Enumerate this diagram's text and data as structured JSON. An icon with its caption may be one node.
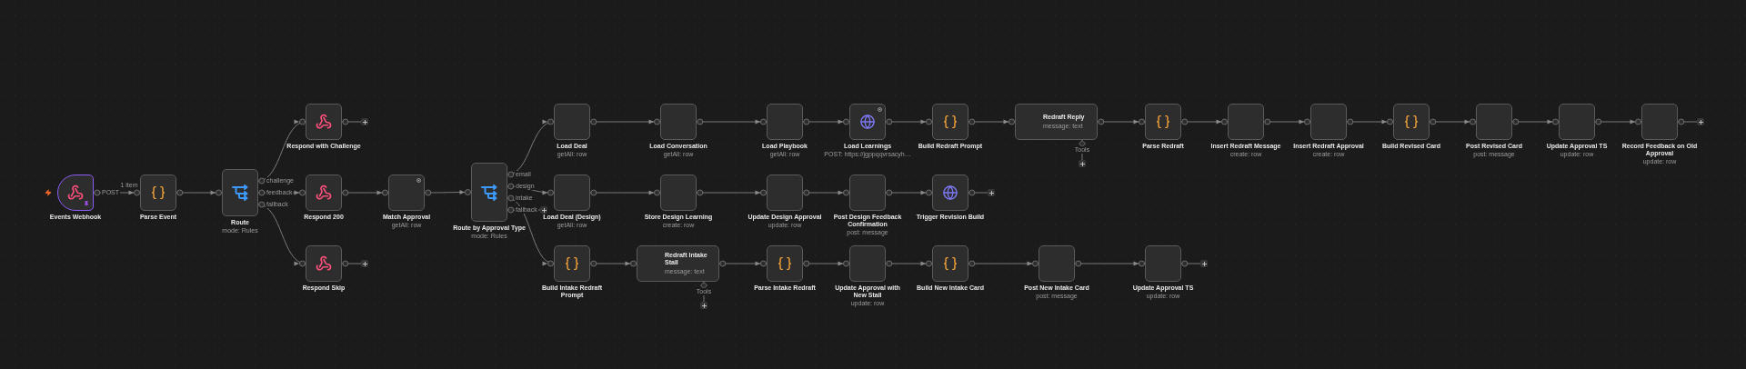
{
  "diagram": {
    "nodes": [
      {
        "text": [
          "Events Webhook"
        ]
      },
      {
        "text": [
          "Parse Event"
        ]
      },
      {
        "text": [
          "Route",
          "mode: Rules"
        ]
      },
      {
        "text": [
          "Respond with Challenge"
        ]
      },
      {
        "text": [
          "Respond 200"
        ]
      },
      {
        "text": [
          "Respond Skip"
        ]
      },
      {
        "text": [
          "Match Approval",
          "getAll: row"
        ]
      },
      {
        "text": [
          "Route by Approval Type",
          "mode: Rules"
        ]
      },
      {
        "text": [
          "Load Deal",
          "getAll: row"
        ]
      },
      {
        "text": [
          "Load Conversation",
          "getAll: row"
        ]
      },
      {
        "text": [
          "Load Playbook",
          "getAll: row"
        ]
      },
      {
        "text": [
          "Load Learnings",
          "POST: https://jgppqqvrsacyh…"
        ]
      },
      {
        "text": [
          "Build Redraft Prompt"
        ]
      },
      {
        "text": [
          "Redraft Reply",
          "message: text"
        ]
      },
      {
        "text": [
          "Parse Redraft"
        ]
      },
      {
        "text": [
          "Insert Redraft Message",
          "create: row"
        ]
      },
      {
        "text": [
          "Insert Redraft Approval",
          "create: row"
        ]
      },
      {
        "text": [
          "Build Revised Card"
        ]
      },
      {
        "text": [
          "Post Revised Card",
          "post: message"
        ]
      },
      {
        "text": [
          "Update Approval TS",
          "update: row"
        ]
      },
      {
        "text": [
          "Record Feedback on Old Approval",
          "update: row"
        ]
      },
      {
        "text": [
          "Load Deal (Design)",
          "getAll: row"
        ]
      },
      {
        "text": [
          "Store Design Learning",
          "create: row"
        ]
      },
      {
        "text": [
          "Update Design Approval",
          "update: row"
        ]
      },
      {
        "text": [
          "Post Design Feedback Confirmation",
          "post: message"
        ]
      },
      {
        "text": [
          "Trigger Revision Build"
        ]
      },
      {
        "text": [
          "Build Intake Redraft Prompt"
        ]
      },
      {
        "text": [
          "Redraft Intake Stall",
          "message: text"
        ]
      },
      {
        "text": [
          "Parse Intake Redraft"
        ]
      },
      {
        "text": [
          "Update Approval with New Stall",
          "update: row"
        ]
      },
      {
        "text": [
          "Build New Intake Card"
        ]
      },
      {
        "text": [
          "Post New Intake Card",
          "post: message"
        ]
      },
      {
        "text": [
          "Update Approval TS",
          "update: row"
        ]
      },
      {
        "text": [],
        "shape": "box"
      },
      {
        "text": [],
        "shape": "box"
      },
      {
        "text": [],
        "shape": "box"
      },
      {
        "text": [],
        "shape": "box"
      },
      {
        "text": [],
        "shape": "box"
      },
      {
        "text": [],
        "shape": "box"
      },
      {
        "text": [],
        "shape": "box"
      },
      {
        "text": [],
        "shape": "box"
      }
    ],
    "edges": [
      {
        "from": 0,
        "to": 1,
        "arrow": "to",
        "label": "POST"
      },
      {
        "from": 1,
        "to": 2,
        "arrow": "to"
      },
      {
        "from": 2,
        "to": 3,
        "arrow": "to",
        "label": "challenge"
      },
      {
        "from": 2,
        "to": 4,
        "arrow": "to",
        "label": "feedback"
      },
      {
        "from": 2,
        "to": 5,
        "arrow": "to",
        "label": "fallback"
      },
      {
        "from": 3,
        "to": 33,
        "arrow": "other"
      },
      {
        "from": 4,
        "to": 6,
        "arrow": "to"
      },
      {
        "from": 5,
        "to": 34,
        "arrow": "other"
      },
      {
        "from": 6,
        "to": 7,
        "arrow": "to"
      },
      {
        "from": 7,
        "to": 8,
        "arrow": "to",
        "label": "email"
      },
      {
        "from": 7,
        "to": 21,
        "arrow": "to",
        "label": "design"
      },
      {
        "from": 7,
        "to": 26,
        "arrow": "to",
        "label": "intake"
      },
      {
        "from": 7,
        "to": 35,
        "arrow": "other",
        "label": "fallback"
      },
      {
        "from": 8,
        "to": 9,
        "arrow": "to"
      },
      {
        "from": 9,
        "to": 10,
        "arrow": "to"
      },
      {
        "from": 10,
        "to": 11,
        "arrow": "to"
      },
      {
        "from": 11,
        "to": 12,
        "arrow": "to"
      },
      {
        "from": 12,
        "to": 13,
        "arrow": "to"
      },
      {
        "from": 13,
        "to": 14,
        "arrow": "to"
      },
      {
        "from": 14,
        "to": 15,
        "arrow": "to"
      },
      {
        "from": 15,
        "to": 16,
        "arrow": "to"
      },
      {
        "from": 16,
        "to": 17,
        "arrow": "to"
      },
      {
        "from": 17,
        "to": 18,
        "arrow": "to"
      },
      {
        "from": 18,
        "to": 19,
        "arrow": "to"
      },
      {
        "from": 19,
        "to": 20,
        "arrow": "to"
      },
      {
        "from": 20,
        "to": 36,
        "arrow": "other"
      },
      {
        "from": 13,
        "to": 37,
        "arrow": "other",
        "label": "Tools"
      },
      {
        "from": 21,
        "to": 22,
        "arrow": "to"
      },
      {
        "from": 22,
        "to": 23,
        "arrow": "to"
      },
      {
        "from": 23,
        "to": 24,
        "arrow": "to"
      },
      {
        "from": 24,
        "to": 25,
        "arrow": "to"
      },
      {
        "from": 25,
        "to": 38,
        "arrow": "other"
      },
      {
        "from": 26,
        "to": 27,
        "arrow": "to"
      },
      {
        "from": 27,
        "to": 28,
        "arrow": "to"
      },
      {
        "from": 28,
        "to": 29,
        "arrow": "to"
      },
      {
        "from": 29,
        "to": 30,
        "arrow": "to"
      },
      {
        "from": 30,
        "to": 31,
        "arrow": "to"
      },
      {
        "from": 31,
        "to": 32,
        "arrow": "to"
      },
      {
        "from": 32,
        "to": 39,
        "arrow": "other"
      },
      {
        "from": 27,
        "to": 40,
        "arrow": "other",
        "label": "Tools"
      }
    ],
    "labels": [
      "1 item"
    ]
  }
}
